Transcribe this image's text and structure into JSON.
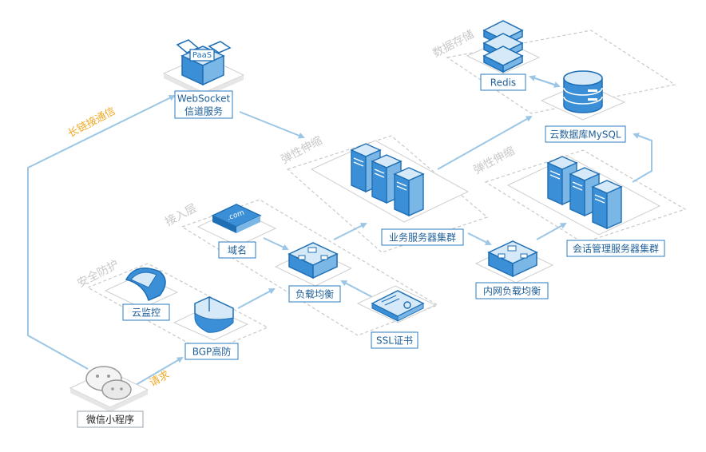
{
  "nodes": {
    "websocket": "WebSocket\n信道服务",
    "paas": "PaaS",
    "redis": "Redis",
    "mysql": "云数据库MySQL",
    "biz_cluster": "业务服务器集群",
    "session_cluster": "会话管理服务器集群",
    "domain": "域名",
    "domain_icon": ".com",
    "lb": "负载均衡",
    "ssl": "SSL证书",
    "cloud_monitor": "云监控",
    "bgp": "BGP高防",
    "intranet_lb": "内网负载均衡",
    "miniprogram": "微信小程序"
  },
  "zones": {
    "data_storage": "数据存储",
    "elastic1": "弹性伸缩",
    "elastic2": "弹性伸缩",
    "access_layer": "接入层",
    "security": "安全防护"
  },
  "edges": {
    "long_conn": "长链接通信",
    "request": "请求"
  },
  "colors": {
    "primary_blue": "#2b7bc0",
    "flow_line": "#9cc6e6",
    "edge_label": "#f0a928",
    "zone_label": "#c8c8c8"
  }
}
